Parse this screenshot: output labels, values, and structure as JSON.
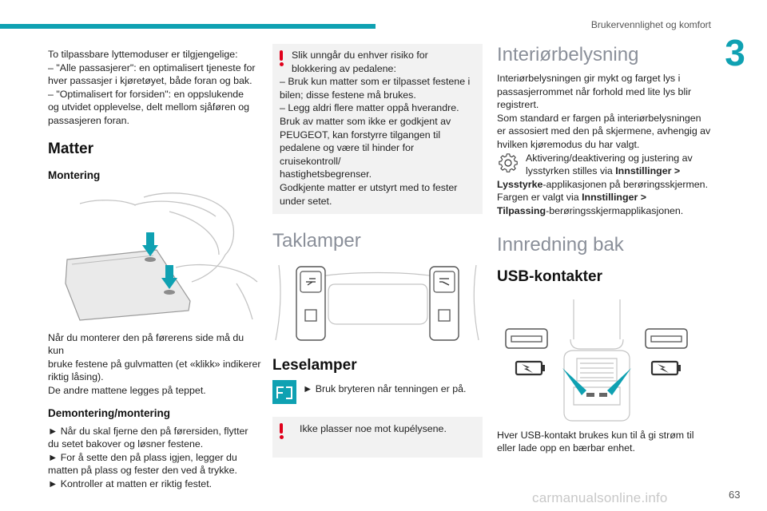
{
  "header": {
    "title": "Brukervennlighet og komfort",
    "chapter": "3"
  },
  "page_number": "63",
  "watermark": "carmanualsonline.info",
  "col1": {
    "intro": [
      "To tilpassbare lyttemoduser er tilgjengelige:",
      "– \"Alle passasjerer\": en optimalisert tjeneste for",
      "hver passasjer i kjøretøyet, både foran og bak.",
      "– \"Optimalisert for forsiden\": en oppslukende",
      "og utvidet opplevelse, delt mellom sjåføren og",
      "passasjeren foran."
    ],
    "section_title": "Matter",
    "mount_title": "Montering",
    "mount_text": [
      "Når du monterer den på førerens side må du kun",
      "bruke festene på gulvmatten (et «klikk» indikerer",
      "riktig låsing).",
      "De andre mattene legges på teppet."
    ],
    "remove_title": "Demontering/montering",
    "remove_text": [
      "► Når du skal fjerne den på førersiden, flytter",
      "du setet bakover og løsner festene.",
      "► For å sette den på plass igjen, legger du",
      "matten på plass og fester den ved å trykke.",
      "► Kontroller at matten er riktig festet."
    ]
  },
  "col2": {
    "warning1": [
      "Slik unngår du enhver risiko for",
      "blokkering av pedalene:",
      "– Bruk kun matter som er tilpasset festene i",
      "bilen; disse festene må brukes.",
      "– Legg aldri flere matter oppå hverandre.",
      "Bruk av matter som ikke er godkjent av",
      "PEUGEOT, kan forstyrre tilgangen til",
      "pedalene og være til hinder for cruisekontroll/",
      "hastighetsbegrenser.",
      "Godkjente matter er utstyrt med to fester",
      "under setet."
    ],
    "taklamper_title": "Taklamper",
    "leselamper_title": "Leselamper",
    "leselamper_text": "► Bruk bryteren når tenningen er på.",
    "warning2": "Ikke plasser noe mot kupélysene."
  },
  "col3": {
    "interior_title": "Interiørbelysning",
    "interior_text": [
      "Interiørbelysningen gir mykt og farget lys i",
      "passasjerrommet når forhold med lite lys blir",
      "registrert.",
      "Som standard er fargen på interiørbelysningen",
      "er assosiert med den på skjermene, avhengig av",
      "hvilken kjøremodus du har valgt."
    ],
    "gear_text_1": "Aktivering/deaktivering og justering av",
    "gear_text_2a": "lysstyrken stilles via ",
    "gear_text_2b": "Innstillinger >",
    "gear_text_3a": "Lysstyrke",
    "gear_text_3b": "-applikasjonen på berøringsskjermen.",
    "color_text_1a": "Fargen er valgt via ",
    "color_text_1b": "Innstillinger >",
    "color_text_2a": "Tilpassing",
    "color_text_2b": "-berøringsskjermapplikasjonen.",
    "rear_title": "Innredning bak",
    "usb_title": "USB-kontakter",
    "usb_text": [
      "Hver USB-kontakt brukes kun til å gi strøm til",
      "eller lade opp en bærbar enhet."
    ]
  },
  "colors": {
    "accent": "#0fa1b2",
    "warning": "#e0001b",
    "heading_gray": "#8a8f99"
  }
}
